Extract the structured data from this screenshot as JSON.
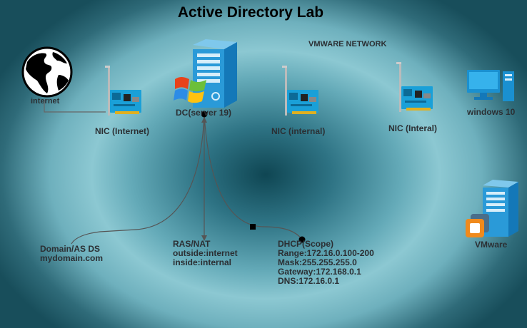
{
  "title": "Active Directory Lab",
  "labels": {
    "internet": "internet",
    "nic_internet": "NIC (Internet)",
    "dc": "DC(server 19)",
    "vmware_network": "VMWARE NETWORK",
    "nic_internal": "NIC (internal)",
    "nic_interal": "NIC (Interal)",
    "windows10": "windows 10",
    "vmware": "VMware"
  },
  "domain_note": [
    "Domain/AS DS",
    "mydomain.com"
  ],
  "ras_note": [
    "RAS/NAT",
    "outside:internet",
    "inside:internal"
  ],
  "dhcp_note": [
    "DHCP(Scope)",
    "Range:172.16.0.100-200",
    "Mask:255.255.255.0",
    "Gateway:172.168.0.1",
    "DNS:172.16.0.1"
  ],
  "colors": {
    "accent_blue": "#1aa0d8",
    "connector": "#555555",
    "text": "#2b2f33"
  }
}
